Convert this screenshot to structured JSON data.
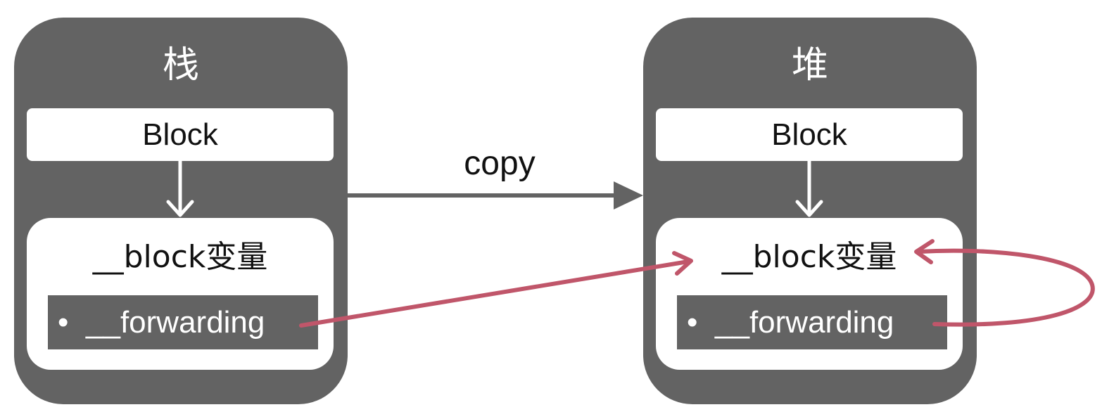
{
  "stack_panel": {
    "title": "栈",
    "block_label": "Block",
    "var_label": "__block变量",
    "forwarding_bullet": "•",
    "forwarding_label": "__forwarding"
  },
  "heap_panel": {
    "title": "堆",
    "block_label": "Block",
    "var_label": "__block变量",
    "forwarding_bullet": "•",
    "forwarding_label": "__forwarding"
  },
  "copy_arrow": {
    "label": "copy"
  },
  "colors": {
    "panel": "#636363",
    "box": "#ffffff",
    "forwarding_pointer": "#c0566a",
    "copy_arrow": "#636363"
  }
}
